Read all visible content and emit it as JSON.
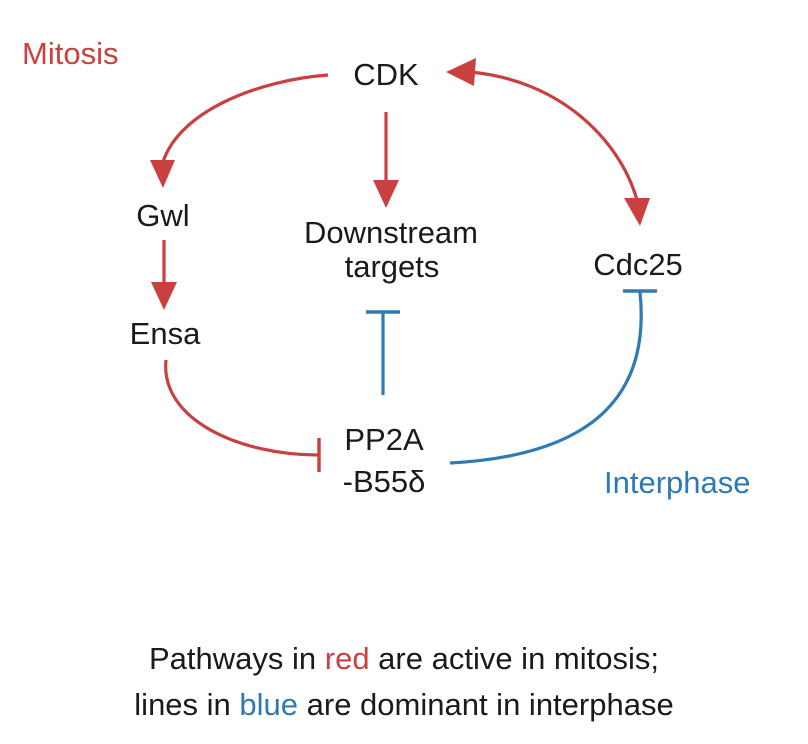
{
  "colors": {
    "red": "#c8403f",
    "blue": "#2f7ab3",
    "text": "#1a1a1a"
  },
  "labels": {
    "mitosis": "Mitosis",
    "interphase": "Interphase"
  },
  "nodes": {
    "cdk": "CDK",
    "gwl": "Gwl",
    "ensa": "Ensa",
    "downstream_line1": "Downstream",
    "downstream_line2": "targets",
    "cdc25": "Cdc25",
    "pp2a_line1": "PP2A",
    "pp2a_line2": "-B55δ"
  },
  "caption": {
    "line1_before": "Pathways in ",
    "line1_red": "red",
    "line1_after": " are active in mitosis;",
    "line2_before": "lines in ",
    "line2_blue": "blue",
    "line2_after": " are dominant in interphase"
  },
  "edges": [
    {
      "from": "CDK",
      "to": "Gwl",
      "type": "activation",
      "color": "red"
    },
    {
      "from": "Gwl",
      "to": "Ensa",
      "type": "activation",
      "color": "red"
    },
    {
      "from": "CDK",
      "to": "Downstream targets",
      "type": "activation",
      "color": "red"
    },
    {
      "from": "CDK",
      "to": "Cdc25",
      "type": "mutual activation",
      "color": "red"
    },
    {
      "from": "Ensa",
      "to": "PP2A-B55δ",
      "type": "inhibition",
      "color": "red"
    },
    {
      "from": "PP2A-B55δ",
      "to": "Downstream targets",
      "type": "inhibition",
      "color": "blue"
    },
    {
      "from": "PP2A-B55δ",
      "to": "Cdc25",
      "type": "inhibition",
      "color": "blue"
    }
  ]
}
